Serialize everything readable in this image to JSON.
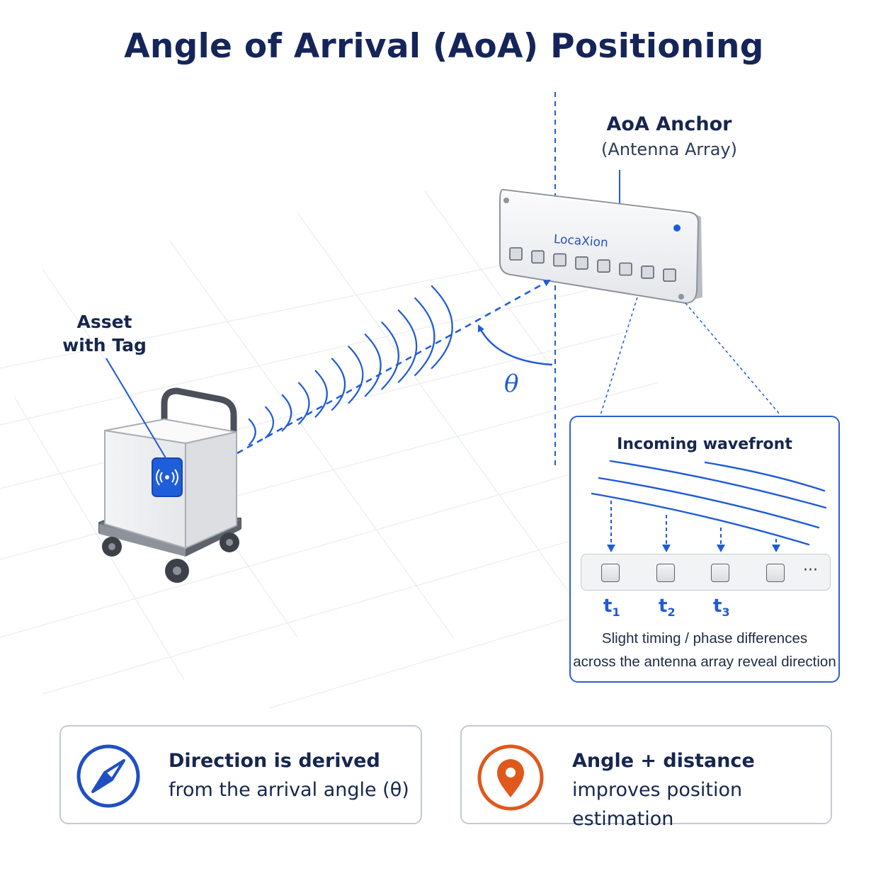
{
  "title": "Angle of Arrival (AoA) Positioning",
  "anchor": {
    "title": "AoA Anchor",
    "subtitle": "(Antenna Array)",
    "brand": "LocaXion"
  },
  "asset": {
    "label_line1": "Asset",
    "label_line2": "with Tag"
  },
  "angle_symbol": "θ",
  "inset": {
    "title": "Incoming wavefront",
    "time_labels": [
      {
        "base": "t",
        "sub": "1"
      },
      {
        "base": "t",
        "sub": "2"
      },
      {
        "base": "t",
        "sub": "3"
      }
    ],
    "ellipsis": "···",
    "note_line1": "Slight timing / phase differences",
    "note_line2": "across the antenna array reveal direction"
  },
  "cards": {
    "left": {
      "icon": "compass-icon",
      "line1": "Direction is derived",
      "line2": "from the arrival angle (θ)"
    },
    "right": {
      "icon": "location-pin-icon",
      "line1": "Angle + distance",
      "line2": "improves position estimation"
    }
  },
  "colors": {
    "accent_blue": "#1f5bd6",
    "dark_navy": "#15255a",
    "orange": "#e0581c"
  }
}
